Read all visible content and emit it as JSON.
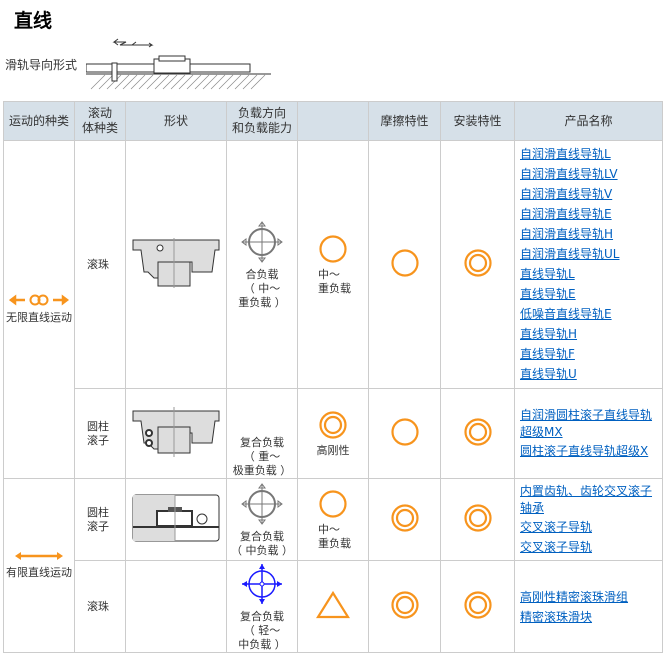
{
  "title": "直线",
  "guide_label": "滑轨导向形式",
  "headers": [
    "运动的种类",
    "滚动\n体种类",
    "形状",
    "负载方向\n和负载能力",
    "",
    "摩擦特性",
    "安装特性",
    "产品名称"
  ],
  "colors": {
    "orange": "#f7941d",
    "link": "#0060c0",
    "blue": "#1a1aff",
    "header_bg": "#d6e0e8"
  },
  "groups": [
    {
      "motion": "无限直线运动",
      "icon": "infinite-motion-icon"
    },
    {
      "motion": "有限直线运动",
      "icon": "double-arrow-icon"
    }
  ],
  "rows": [
    {
      "rolling": "滚珠",
      "load_icon": "load-direction-icon",
      "load": "合负载\n（ 中～\n重负载 ）",
      "rating_icon": "circle",
      "rating": "中～\n重负载",
      "friction": "circle",
      "mount": "double-circle",
      "products": [
        "自润滑直线导轨L",
        "自润滑直线导轨LV",
        "自润滑直线导轨V",
        "自润滑直线导轨E",
        "自润滑直线导轨H",
        "自润滑直线导轨UL",
        "直线导轨L",
        "直线导轨E",
        "低噪音直线导轨E",
        "直线导轨H",
        "直线导轨F",
        "直线导轨U"
      ]
    },
    {
      "rolling": "圆柱\n滚子",
      "load_icon": "",
      "load": "复合负载\n（ 重～\n极重负载 ）",
      "rating_icon": "double-circle",
      "rating": "高刚性",
      "friction": "circle",
      "mount": "double-circle",
      "products": [
        "自润滑圆柱滚子直线导轨超级MX",
        "圆柱滚子直线导轨超级X"
      ]
    },
    {
      "rolling": "圆柱\n滚子",
      "load_icon": "load-direction-icon",
      "load": "复合负载\n（ 中负载 ）",
      "rating_icon": "circle",
      "rating": "中～\n重负载",
      "friction": "double-circle",
      "mount": "double-circle",
      "products": [
        "内置齿轨、齿轮交叉滚子轴承",
        "交叉滚子导轨",
        "交叉滚子导轨"
      ]
    },
    {
      "rolling": "滚珠",
      "load_icon": "load-direction-blue-icon",
      "load": "复合负载\n（ 轻～\n中负载 ）",
      "rating_icon": "triangle",
      "rating": "",
      "friction": "double-circle",
      "mount": "double-circle",
      "products": [
        "高刚性精密滚珠滑组",
        "精密滚珠滑块"
      ]
    }
  ]
}
